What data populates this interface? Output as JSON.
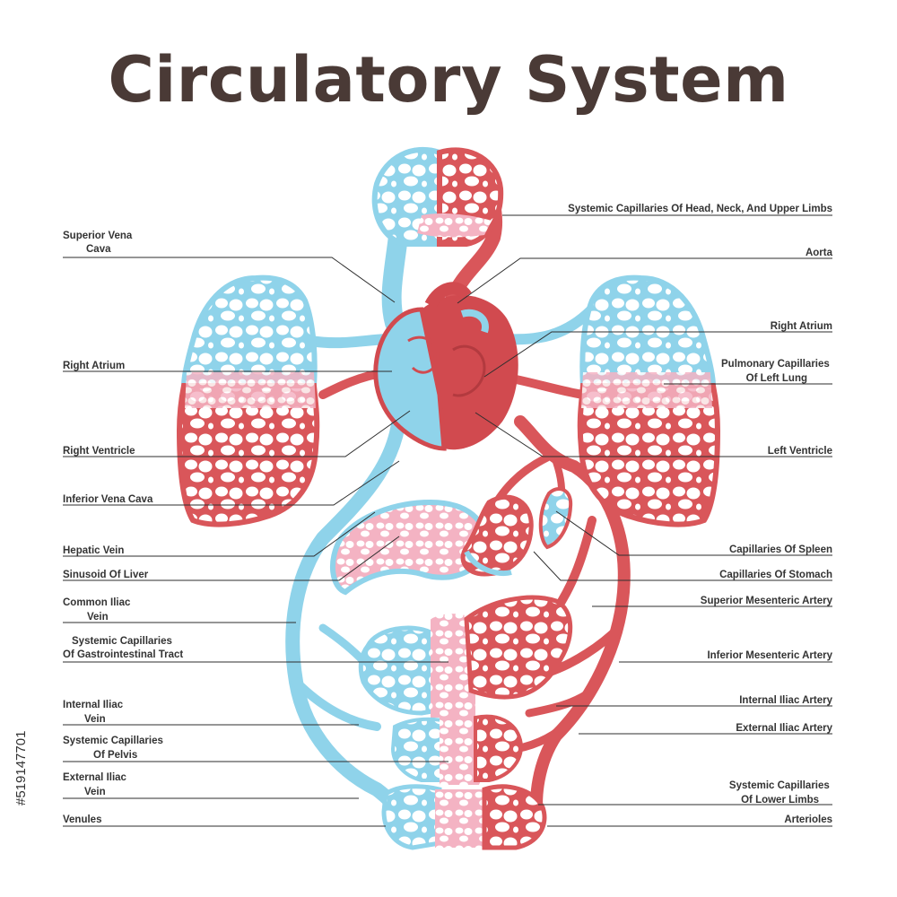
{
  "title": "Circulatory System",
  "stock_id": "#519147701",
  "colors": {
    "deoxygenated": "#8fd3ea",
    "oxygenated": "#d9565a",
    "capillary_mix": "#f4b3c3",
    "heart": "#d14a4f",
    "title": "#4a3a36"
  },
  "labels": {
    "superior_vena_cava": [
      "Superior Vena",
      "Cava"
    ],
    "right_atrium_left": "Right Atrium",
    "right_ventricle": "Right Ventricle",
    "inferior_vena_cava": "Inferior Vena Cava",
    "hepatic_vein": "Hepatic Vein",
    "sinusoid_of_liver": "Sinusoid Of Liver",
    "common_iliac_vein": [
      "Common Iliac",
      "Vein"
    ],
    "systemic_capillaries_gi": [
      "Systemic Capillaries",
      "Of Gastrointestinal Tract"
    ],
    "internal_iliac_vein": [
      "Internal Iliac",
      "Vein"
    ],
    "systemic_capillaries_pelvis": [
      "Systemic Capillaries",
      "Of Pelvis"
    ],
    "external_iliac_vein": [
      "External Iliac",
      "Vein"
    ],
    "venules": "Venules",
    "systemic_capillaries_head": "Systemic Capillaries Of Head, Neck, And Upper Limbs",
    "aorta": "Aorta",
    "right_atrium_right": "Right Atrium",
    "pulmonary_capillaries_left_lung": [
      "Pulmonary Capillaries",
      "Of Left Lung"
    ],
    "left_ventricle": "Left Ventricle",
    "capillaries_of_spleen": "Capillaries Of Spleen",
    "capillaries_of_stomach": "Capillaries Of Stomach",
    "superior_mesenteric_artery": "Superior Mesenteric Artery",
    "inferior_mesenteric_artery": "Inferior Mesenteric Artery",
    "internal_iliac_artery": "Internal Iliac Artery",
    "external_iliac_artery": "External Iliac Artery",
    "systemic_capillaries_lower_limbs": [
      "Systemic Capillaries",
      "Of Lower Limbs"
    ],
    "arterioles": "Arterioles"
  }
}
